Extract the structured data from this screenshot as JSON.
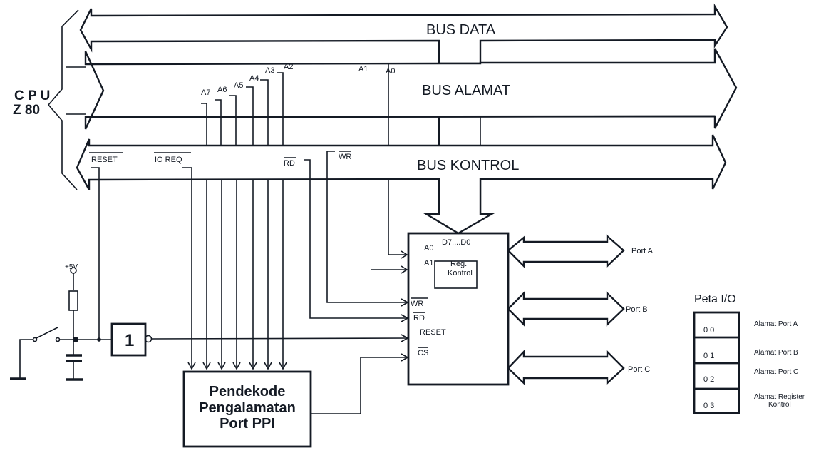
{
  "cpu": {
    "line1": "C P U",
    "line2": "Z 80"
  },
  "buses": {
    "data": "BUS DATA",
    "address": "BUS ALAMAT",
    "control": "BUS KONTROL"
  },
  "address_lines": [
    "A7",
    "A6",
    "A5",
    "A4",
    "A3",
    "A2",
    "A1",
    "A0"
  ],
  "control_signals": {
    "reset": "RESET",
    "iorq": "IO REQ",
    "rd": "RD",
    "wr": "WR"
  },
  "power": {
    "supply": "+5V",
    "gate_label": "1"
  },
  "decoder": {
    "line1": "Pendekode",
    "line2": "Pengalamatan",
    "line3": "Port PPI"
  },
  "ppi": {
    "data_pins": "D7....D0",
    "pins": [
      "A0",
      "A1",
      "WR",
      "RD",
      "RESET",
      "CS"
    ],
    "register_label_1": "Reg.",
    "register_label_2": "Kontrol"
  },
  "ports": [
    "Port A",
    "Port B",
    "Port C"
  ],
  "io_map": {
    "title": "Peta I/O",
    "rows": [
      {
        "address": "0 0",
        "label": "Alamat Port A"
      },
      {
        "address": "0 1",
        "label": "Alamat Port B"
      },
      {
        "address": "0 2",
        "label": "Alamat Port C"
      },
      {
        "address": "0 3",
        "label": "Alamat Register Kontrol"
      }
    ]
  }
}
